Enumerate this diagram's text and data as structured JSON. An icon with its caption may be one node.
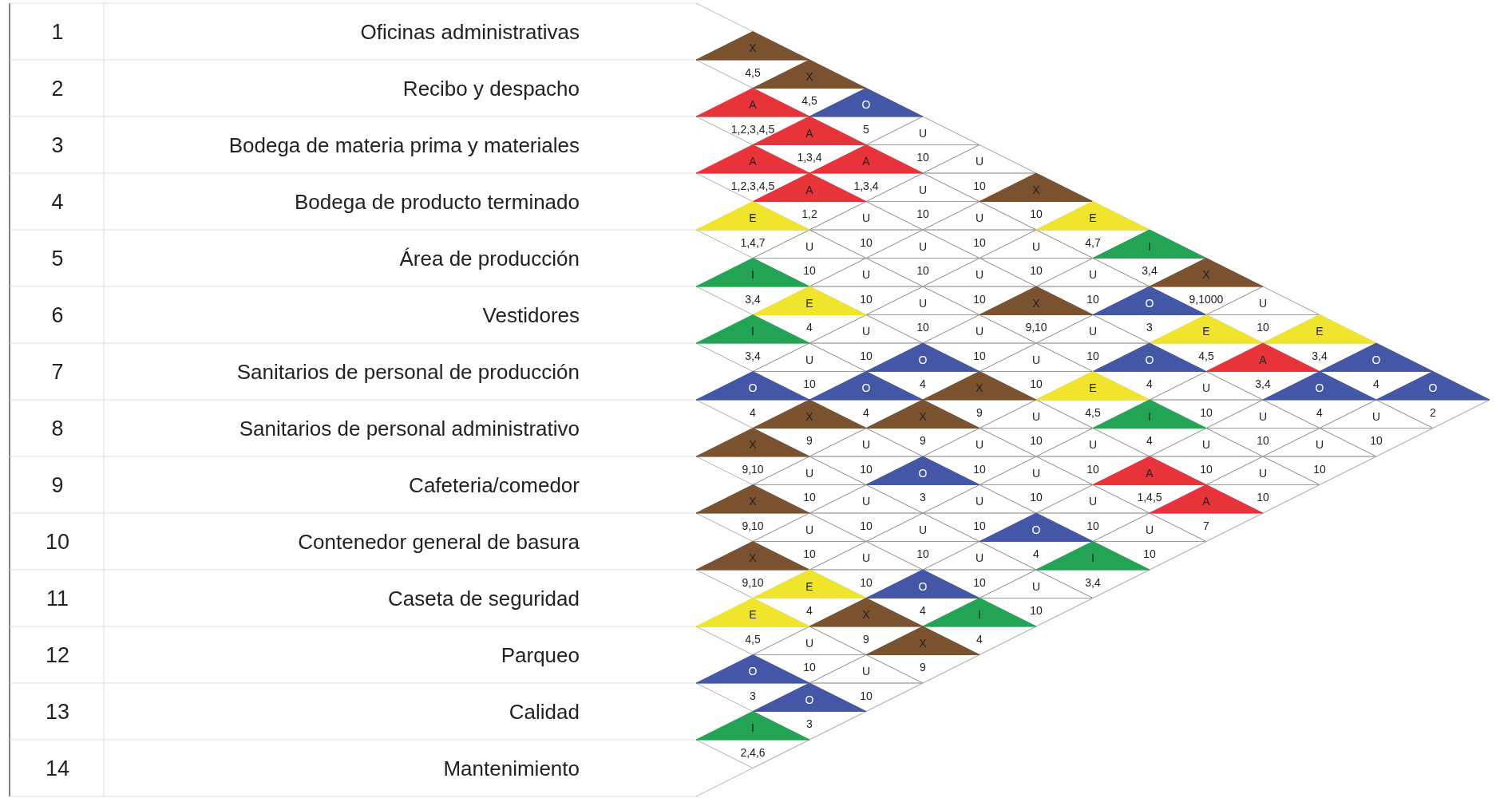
{
  "diagram": {
    "labels": [
      "1",
      "Oficinas administrativas",
      "2",
      "Recibo y despacho",
      "3",
      "Bodega de materia prima y materiales",
      "4",
      "Bodega de producto terminado",
      "5",
      "Área de producción",
      "6",
      "Vestidores",
      "7",
      "Sanitarios de personal de producción",
      "8",
      "Sanitarios de personal administrativo",
      "9",
      "Cafeteria/comedor",
      "10",
      "Contenedor general de basura",
      "11",
      "Caseta de seguridad",
      "12",
      "Parqueo",
      "13",
      "Calidad",
      "14",
      "Mantenimiento",
      "X",
      "4,5",
      "X",
      "A",
      "4,5",
      "O",
      "1,2,3,4,5",
      "A",
      "5",
      "U",
      "A",
      "1,3,4",
      "A",
      "10",
      "U",
      "1,2,3,4,5",
      "A",
      "1,3,4",
      "U",
      "10",
      "X",
      "E",
      "1,2",
      "U",
      "10",
      "U",
      "10",
      "E",
      "1,4,7",
      "U",
      "10",
      "U",
      "10",
      "U",
      "4,7",
      "I",
      "I",
      "10",
      "U",
      "10",
      "U",
      "10",
      "U",
      "3,4",
      "X",
      "3,4",
      "E",
      "10",
      "U",
      "10",
      "X",
      "10",
      "O",
      "9,1000",
      "U",
      "I",
      "4",
      "U",
      "10",
      "U",
      "9,10",
      "U",
      "3",
      "E",
      "10",
      "E",
      "3,4",
      "U",
      "10",
      "O",
      "10",
      "U",
      "10",
      "O",
      "4,5",
      "A",
      "3,4",
      "O",
      "O",
      "10",
      "O",
      "4",
      "X",
      "10",
      "E",
      "4",
      "U",
      "3,4",
      "O",
      "4",
      "O",
      "4",
      "X",
      "4",
      "X",
      "9",
      "U",
      "4,5",
      "I",
      "10",
      "U",
      "4",
      "U",
      "2",
      "X",
      "9",
      "U",
      "9",
      "U",
      "10",
      "U",
      "4",
      "U",
      "10",
      "U",
      "10",
      "9,10",
      "U",
      "10",
      "O",
      "10",
      "U",
      "10",
      "A",
      "10",
      "U",
      "10",
      "X",
      "10",
      "U",
      "3",
      "U",
      "10",
      "U",
      "1,4,5",
      "A",
      "10",
      "9,10",
      "U",
      "10",
      "U",
      "10",
      "O",
      "10",
      "U",
      "7",
      "X",
      "10",
      "U",
      "10",
      "U",
      "4",
      "I",
      "10",
      "9,10",
      "E",
      "10",
      "O",
      "10",
      "U",
      "3,4",
      "E",
      "4",
      "X",
      "4",
      "I",
      "10",
      "4,5",
      "U",
      "9",
      "X",
      "4",
      "O",
      "10",
      "U",
      "9",
      "3",
      "O",
      "10",
      "I",
      "3",
      "2,4,6"
    ]
  }
}
